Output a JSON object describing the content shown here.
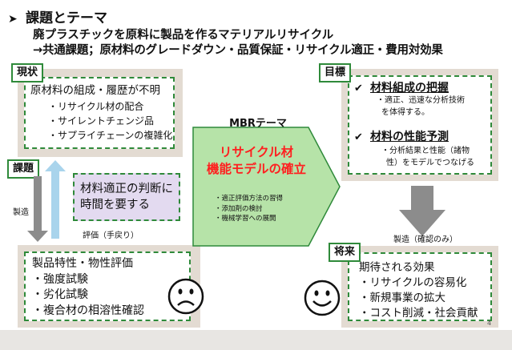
{
  "header": {
    "title": "課題とテーマ",
    "line1": "廃プラスチックを原料に製品を作るマテリアルリサイクル",
    "line2": "→共通課題；原材料のグレードダウン・品質保証・リサイクル適正・費用対効果"
  },
  "genjo": {
    "tag": "現状",
    "title": "原材料の組成・履歴が不明",
    "items": [
      "・リサイクル材の配合",
      "・サイレントチェンジ品",
      "・サプライチェーンの複雑化"
    ]
  },
  "kadai": {
    "tag": "課題",
    "seizo": "製造",
    "hyoka": "評価（手戻り）",
    "note_line1": "材料適正の判断に",
    "note_line2": "時間を要する"
  },
  "bottom_left": {
    "title": "製品特性・物性評価",
    "items": [
      "・強度試験",
      "・劣化試験",
      "・複合材の相溶性確認"
    ]
  },
  "mbr": {
    "label": "MBRテーマ",
    "title_line1": "リサイクル材",
    "title_line2": "機能モデルの確立",
    "items": [
      "・適正評価方法の習得",
      "・添加剤の検討",
      "・機械学習への展開"
    ]
  },
  "mokuhyo": {
    "tag": "目標",
    "check1": "✔",
    "item1_title": "材料組成の把握",
    "item1_desc_line1": "・適正、迅速な分析技術",
    "item1_desc_line2": "を体得する。",
    "check2": "✔",
    "item2_title": "材料の性能予測",
    "item2_desc_line1": "・分析結果と性能（諸物",
    "item2_desc_line2": "性）をモデルでつなげる"
  },
  "shorai": {
    "tag": "将来",
    "seizo_note": "製造（確認のみ）",
    "title": "期待される効果",
    "items": [
      "・リサイクルの容易化",
      "・新規事業の拡大",
      "・コスト削減・社会貢献"
    ]
  },
  "page_number": "4",
  "colors": {
    "panel": "#e3dbd2",
    "green_border": "#2f8a3a",
    "mbr_fill": "#b6e3a8",
    "red_text": "#ff1f1f",
    "note_fill": "#e3daf0",
    "grey_arrow": "#8c8c8c",
    "blue_arrow": "#a9d4ec"
  }
}
